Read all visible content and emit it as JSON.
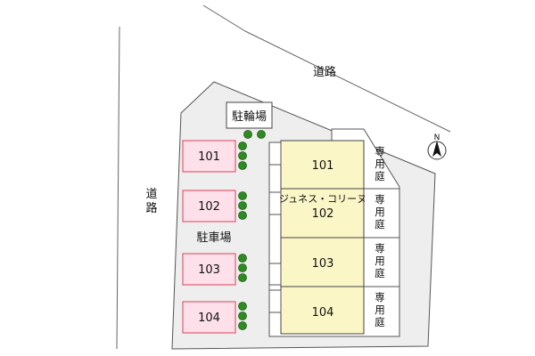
{
  "roads": {
    "top": "道路",
    "left": "道路"
  },
  "bicycle_parking": "駐輪場",
  "parking_lot": "駐車場",
  "building_name": "ジュネス・コリーヌ",
  "compass": "N",
  "parking_spaces": [
    "101",
    "102",
    "103",
    "104"
  ],
  "units": [
    "101",
    "102",
    "103",
    "104"
  ],
  "private_garden_label": [
    "専",
    "用",
    "庭"
  ],
  "colors": {
    "parking_fill": "#fde0ea",
    "parking_stroke": "#e0405a",
    "unit_fill": "#fbf6c6",
    "lot_fill": "#eeeeee",
    "tree": "#2e8b22",
    "line": "#555555"
  }
}
